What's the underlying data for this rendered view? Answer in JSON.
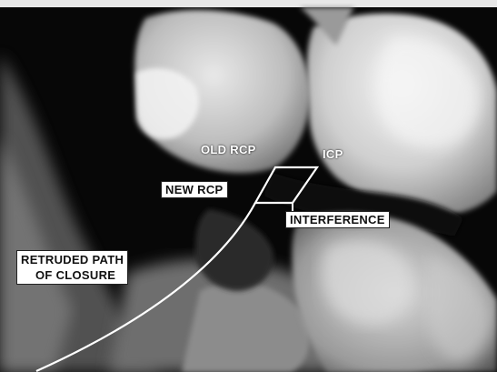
{
  "labels": {
    "old_rcp": "OLD RCP",
    "icp": "ICP",
    "new_rcp": "NEW RCP",
    "interference": "INTERFERENCE",
    "retruded_path_line1": "RETRUDED PATH",
    "retruded_path_line2": "OF CLOSURE"
  }
}
